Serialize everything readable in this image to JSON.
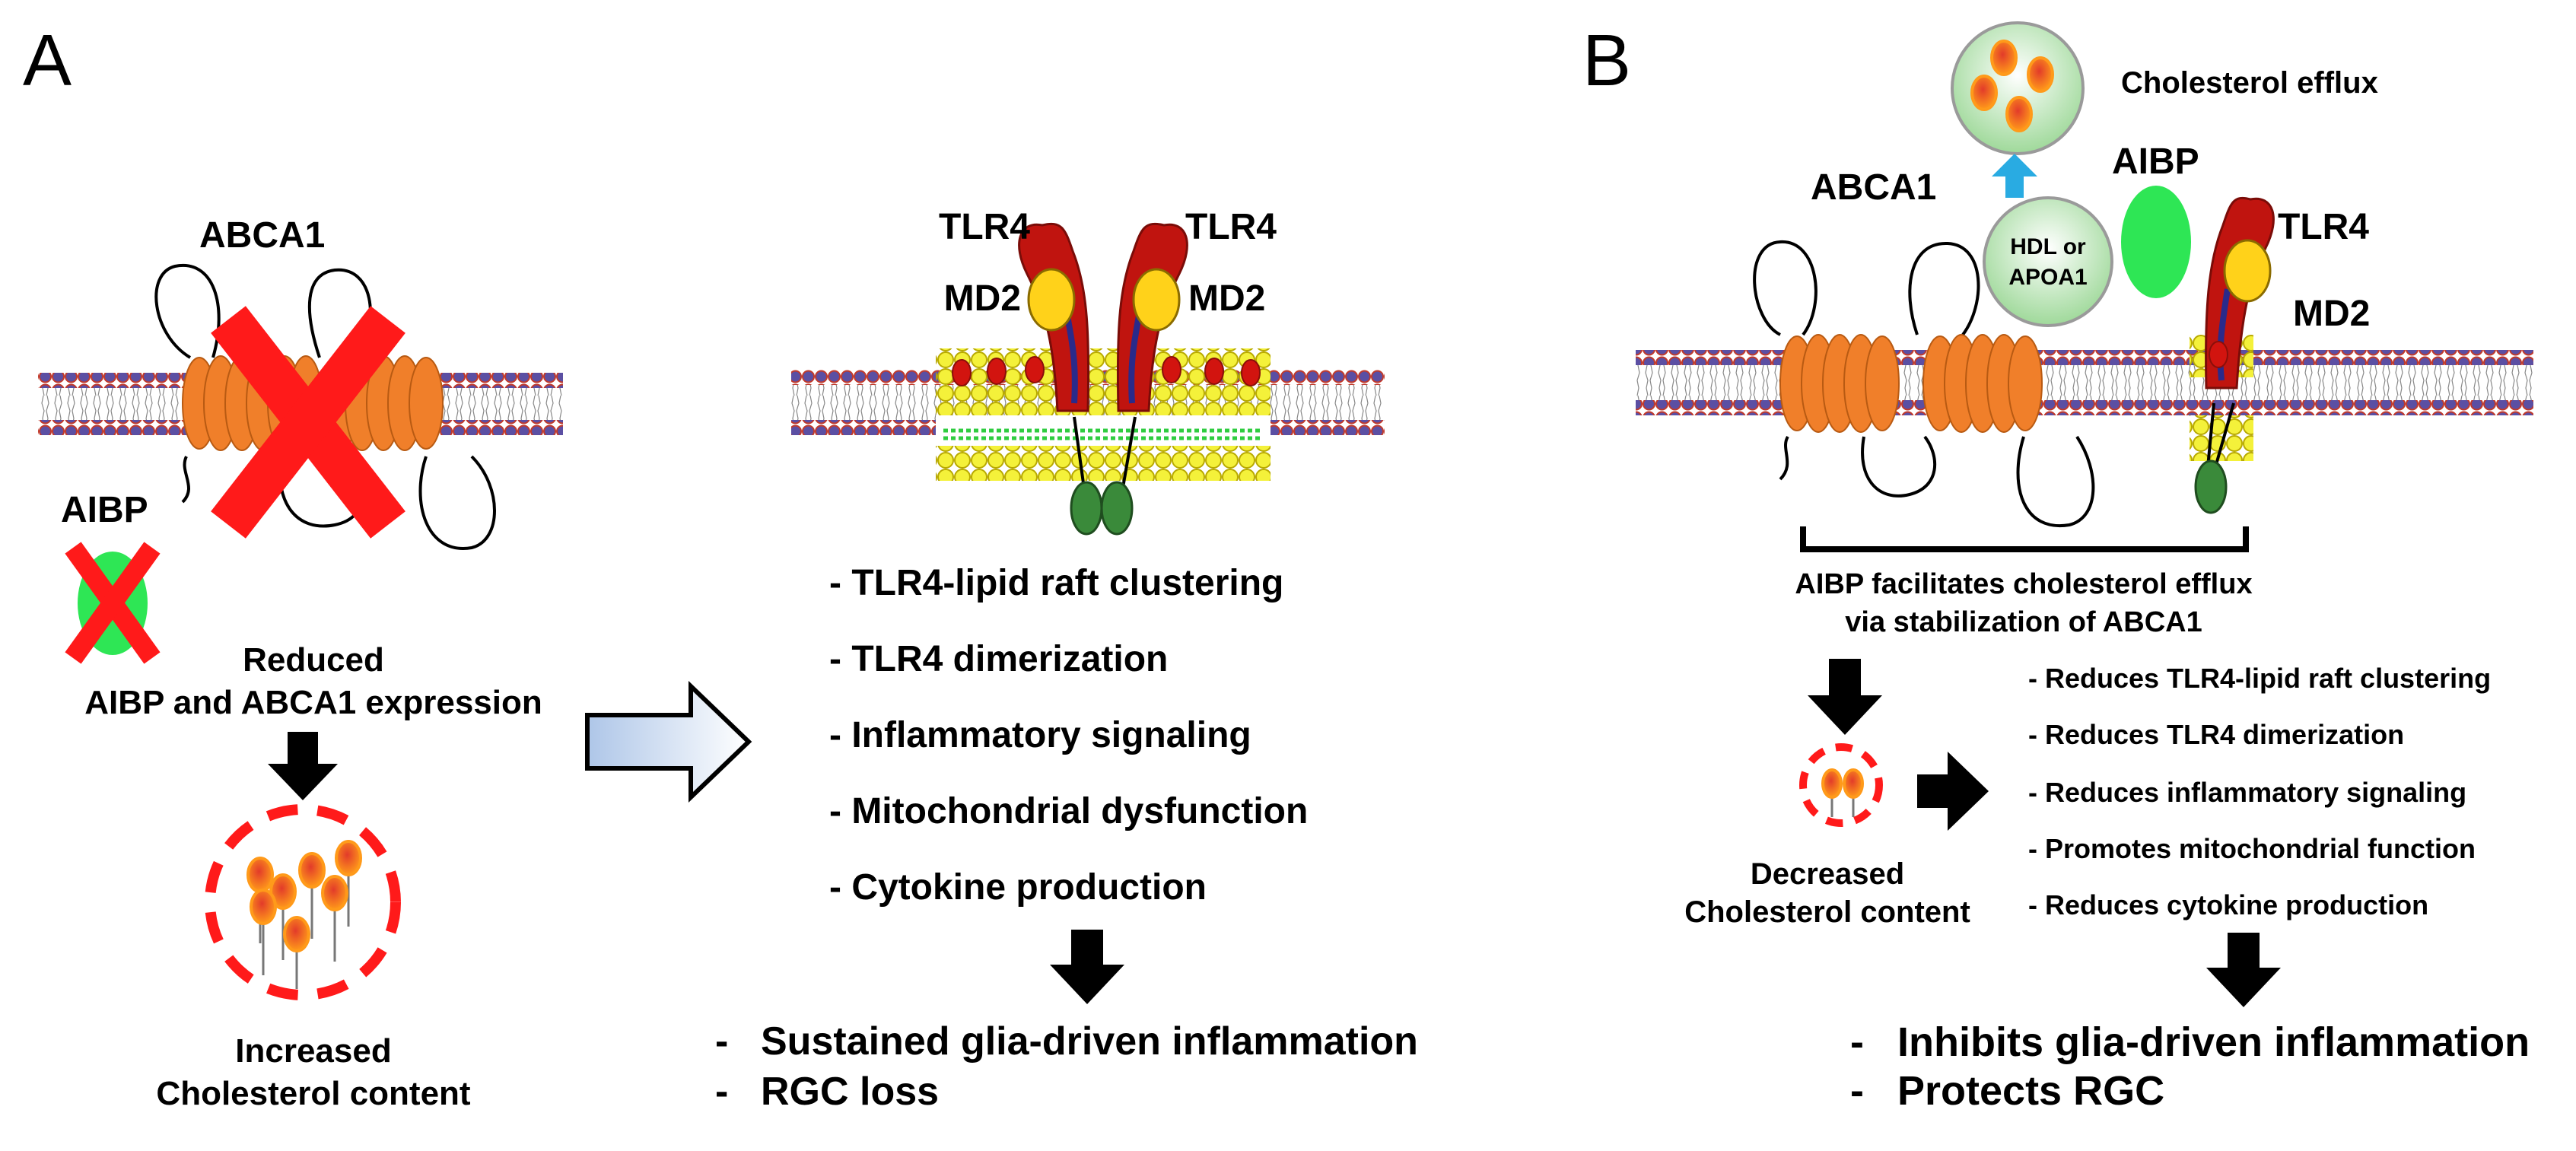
{
  "panel_a": {
    "letter": "A",
    "abca1": "ABCA1",
    "aibp": "AIBP",
    "reduced_line1": "Reduced",
    "reduced_line2": "AIBP and ABCA1 expression",
    "increased_line1": "Increased",
    "increased_line2": "Cholesterol content",
    "tlr4_left": "TLR4",
    "tlr4_right": "TLR4",
    "md2_left": "MD2",
    "md2_right": "MD2",
    "effects": [
      "- TLR4-lipid raft clustering",
      "- TLR4 dimerization",
      "- Inflammatory signaling",
      "- Mitochondrial dysfunction",
      "- Cytokine production"
    ],
    "outcomes": [
      "Sustained glia-driven inflammation",
      "RGC loss"
    ]
  },
  "panel_b": {
    "letter": "B",
    "efflux": "Cholesterol efflux",
    "aibp": "AIBP",
    "abca1": "ABCA1",
    "tlr4": "TLR4",
    "md2": "MD2",
    "hdl_line1": "HDL or",
    "hdl_line2": "APOA1",
    "bracket_line1": "AIBP facilitates cholesterol efflux",
    "bracket_line2": "via stabilization of ABCA1",
    "decreased_line1": "Decreased",
    "decreased_line2": "Cholesterol  content",
    "effects": [
      "- Reduces TLR4-lipid raft clustering",
      "- Reduces TLR4 dimerization",
      "- Reduces inflammatory signaling",
      "- Promotes mitochondrial function",
      "- Reduces cytokine production"
    ],
    "outcomes": [
      "Inhibits glia-driven inflammation",
      "Protects RGC"
    ]
  },
  "colors": {
    "membrane_head": "#5b4fa3",
    "membrane_head_edge": "#c0392b",
    "abca1": "#f07f2a",
    "tlr4": "#c0140f",
    "md2": "#ffd21a",
    "aibp": "#2ee655",
    "raft": "#f4f13a",
    "cross": "#ff1a1a",
    "arrow_up": "#29abe2",
    "tir": "#3a8a3a"
  }
}
